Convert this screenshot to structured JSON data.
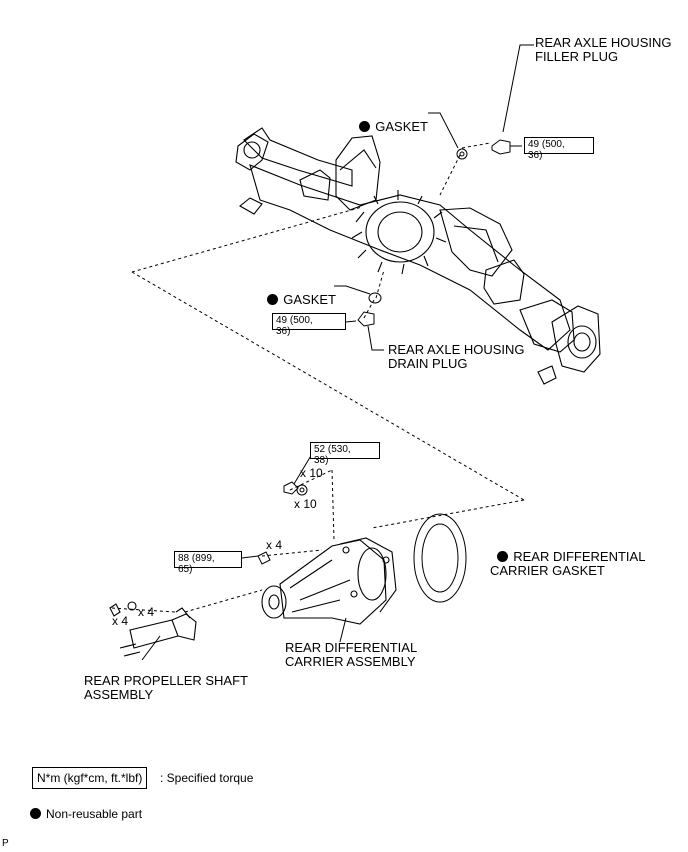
{
  "labels": {
    "filler_plug": "REAR AXLE HOUSING\nFILLER PLUG",
    "gasket_top": "GASKET",
    "gasket_lower": "GASKET",
    "drain_plug": "REAR AXLE HOUSING\nDRAIN PLUG",
    "carrier_gasket": "REAR DIFFERENTIAL\nCARRIER GASKET",
    "carrier_assembly": "REAR DIFFERENTIAL\nCARRIER ASSEMBLY",
    "propeller_shaft": "REAR PROPELLER SHAFT\nASSEMBLY"
  },
  "torques": {
    "filler": "49 (500,\n36)",
    "drain": "49 (500,\n36)",
    "carrier_nuts": "52 (530,\n38)",
    "propeller": "88 (899,\n65)"
  },
  "quantities": {
    "nuts_top": "x 10",
    "washers": "x 10",
    "propeller_bolts": "x 4",
    "propeller_nuts": "x 4",
    "propeller_washers": "x 4"
  },
  "legend": {
    "torque_box": "N*m (kgf*cm, ft.*lbf)",
    "torque_desc": ": Specified torque",
    "nonreusable": "Non-reusable part"
  },
  "corner_mark": "P"
}
